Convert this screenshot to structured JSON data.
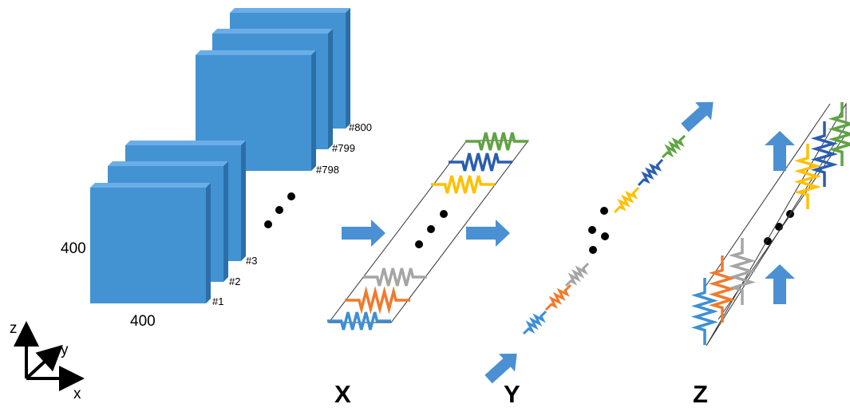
{
  "stack": {
    "dim_vertical": "400",
    "dim_horizontal": "400",
    "slices": [
      "#1",
      "#2",
      "#3",
      "#798",
      "#799",
      "#800"
    ]
  },
  "axes": {
    "x": "x",
    "y": "y",
    "z": "z"
  },
  "panels": {
    "x": "X",
    "y": "Y",
    "z": "Z"
  },
  "colors": {
    "cube_front": "#4393D3",
    "cube_top": "#6BAEE6",
    "cube_side": "#2C6FA8",
    "arrow": "#4A90D2",
    "spring_blue": "#3D8FD6",
    "spring_orange": "#F07A2C",
    "spring_gray": "#A5A5A5",
    "spring_yellow": "#FFC000",
    "spring_navy": "#2A5DB0",
    "spring_green": "#5FA342"
  }
}
